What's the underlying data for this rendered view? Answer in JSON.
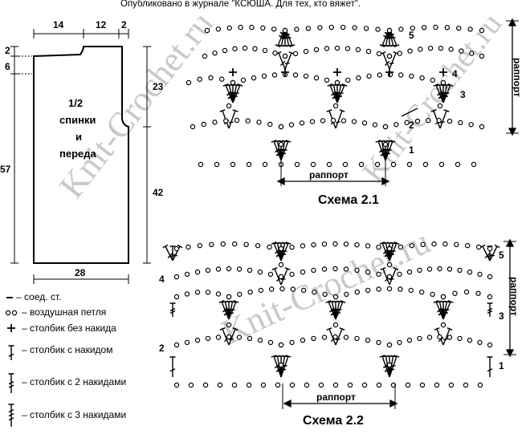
{
  "credit": "Опубликовано в журнале \"КСЮША. Для тех, кто вяжет\".",
  "watermark": "Knit-Crochet.ru",
  "pattern": {
    "dims": {
      "top_left": "14",
      "top_mid": "12",
      "top_right": "2",
      "left_a": "2",
      "left_b": "6",
      "left_total": "57",
      "right_a": "23",
      "right_b": "42",
      "bottom": "28"
    },
    "title_lines": [
      "1/2",
      "спинки",
      "и",
      "переда"
    ]
  },
  "legend": [
    {
      "sym": "slip-stitch",
      "text": "– соед. ст."
    },
    {
      "sym": "chain",
      "text": "– воздушная петля"
    },
    {
      "sym": "sc",
      "text": "– столбик без накида"
    },
    {
      "sym": "dc",
      "text": "– столбик с накидом"
    },
    {
      "sym": "tr",
      "text": "– столбик с 2 накидами"
    },
    {
      "sym": "dtr",
      "text": "– столбик с 3 накидами"
    }
  ],
  "scheme1": {
    "title": "Схема 2.1",
    "repeat_h": "раппорт",
    "repeat_v": "раппорт",
    "rows": [
      "1",
      "2",
      "3",
      "4",
      "5"
    ]
  },
  "scheme2": {
    "title": "Схема 2.2",
    "repeat_h": "раппорт",
    "repeat_v": "раппорт",
    "rows": [
      "1",
      "2",
      "3",
      "4",
      "5"
    ]
  }
}
